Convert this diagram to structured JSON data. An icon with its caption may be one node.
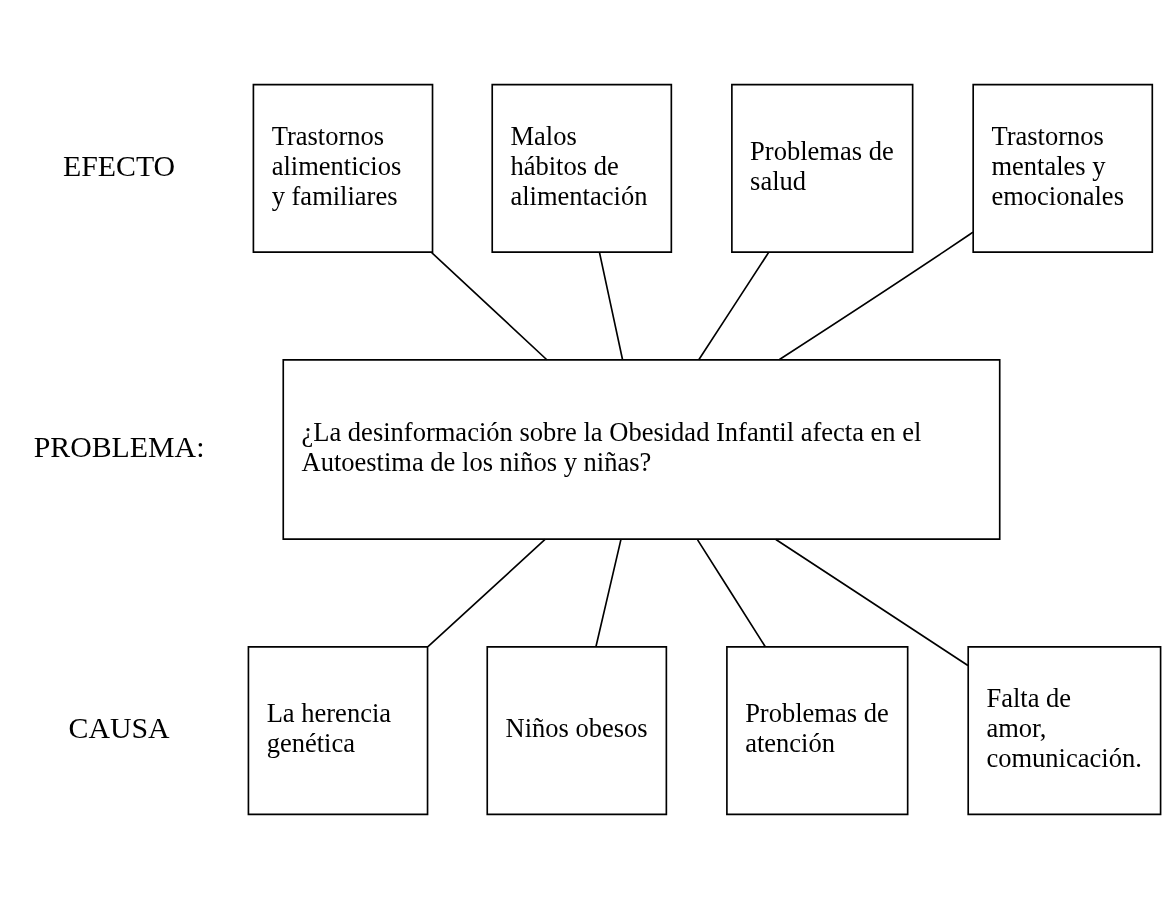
{
  "diagram": {
    "nodes": [
      {
        "text": [
          "Trastornos alimenticios y familiares"
        ]
      },
      {
        "text": [
          "Malos hábitos de alimentación"
        ]
      },
      {
        "text": [
          "Problemas de salud"
        ]
      },
      {
        "text": [
          "Trastornos mentales y emocionales"
        ]
      },
      {
        "text": [
          "¿La desinformación sobre la Obesidad Infantil afecta en el Autoestima de los niños y niñas?"
        ]
      },
      {
        "text": [
          "La herencia genética"
        ]
      },
      {
        "text": [
          "Niños obesos"
        ]
      },
      {
        "text": [
          "Problemas de atención"
        ]
      },
      {
        "text": [
          "Falta de amor, comunicación."
        ]
      }
    ],
    "edges": [
      {
        "from": 0,
        "to": 4,
        "arrow": "none"
      },
      {
        "from": 1,
        "to": 4,
        "arrow": "none"
      },
      {
        "from": 2,
        "to": 4,
        "arrow": "none"
      },
      {
        "from": 3,
        "to": 4,
        "arrow": "none"
      },
      {
        "from": 4,
        "to": 5,
        "arrow": "none"
      },
      {
        "from": 4,
        "to": 6,
        "arrow": "none"
      },
      {
        "from": 4,
        "to": 7,
        "arrow": "none"
      },
      {
        "from": 4,
        "to": 8,
        "arrow": "none"
      }
    ],
    "labels": [
      "EFECTO",
      "PROBLEMA:",
      "CAUSA"
    ]
  }
}
